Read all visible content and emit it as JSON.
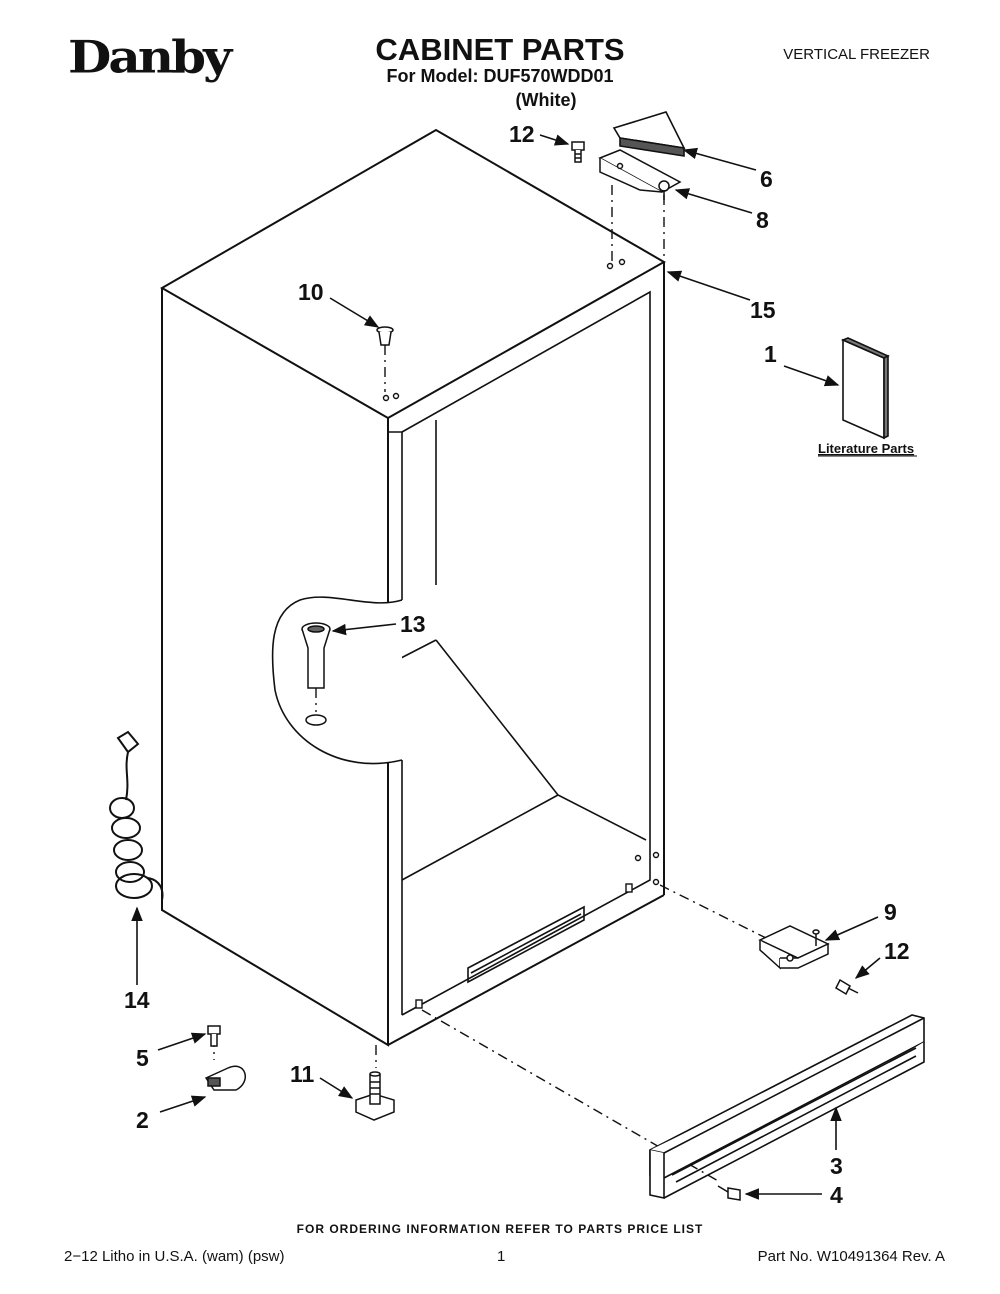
{
  "header": {
    "brand": "Danby",
    "title": "CABINET PARTS",
    "model_line": "For Model: DUF570WDD01",
    "color_line": "(White)",
    "category": "VERTICAL FREEZER"
  },
  "callouts": [
    "12",
    "6",
    "8",
    "15",
    "10",
    "1",
    "13",
    "9",
    "12",
    "14",
    "5",
    "11",
    "2",
    "3",
    "4"
  ],
  "literature_label": "Literature Parts",
  "footer": {
    "ordering": "FOR ORDERING INFORMATION REFER TO PARTS PRICE LIST",
    "litho": "2−12 Litho in U.S.A. (wam) (psw)",
    "page_number": "1",
    "part_number": "Part No. W10491364 Rev. A"
  }
}
